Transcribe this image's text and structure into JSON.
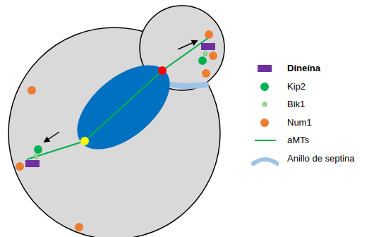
{
  "diagram": {
    "legend": [
      {
        "text": "Dineína",
        "color": "#7030a0"
      },
      {
        "text": "Kip2",
        "color": "#00b050"
      },
      {
        "text": "Bik1",
        "color": "#a9d18e"
      },
      {
        "text": "Num1",
        "color": "#ed7d31"
      },
      {
        "text": "aMTs"
      },
      {
        "text": "Anillo de septina"
      }
    ]
  }
}
